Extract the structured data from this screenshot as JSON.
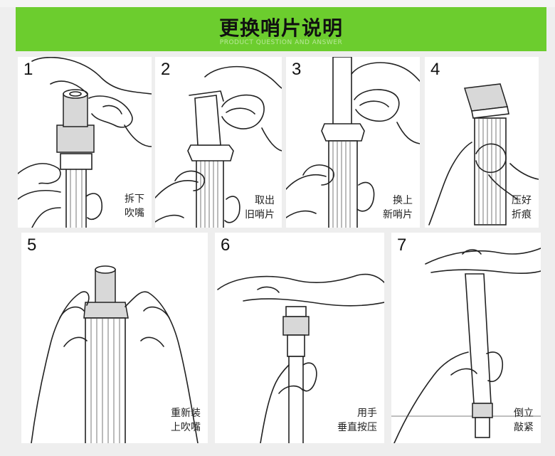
{
  "banner": {
    "title": "更换哨片说明",
    "subtitle": "PRODUCT QUESTION AND ANSWER"
  },
  "steps": [
    {
      "number": "1",
      "line1": "拆下",
      "line2": "吹嘴"
    },
    {
      "number": "2",
      "line1": "取出",
      "line2": "旧哨片"
    },
    {
      "number": "3",
      "line1": "换上",
      "line2": "新哨片"
    },
    {
      "number": "4",
      "line1": "压好",
      "line2": "折痕"
    },
    {
      "number": "5",
      "line1": "重新装",
      "line2": "上吹嘴"
    },
    {
      "number": "6",
      "line1": "用手",
      "line2": "垂直按压"
    },
    {
      "number": "7",
      "line1": "倒立",
      "line2": "敲紧"
    }
  ],
  "colors": {
    "banner": "#6ccd2e",
    "background": "#eeeeee",
    "panel": "#ffffff"
  }
}
